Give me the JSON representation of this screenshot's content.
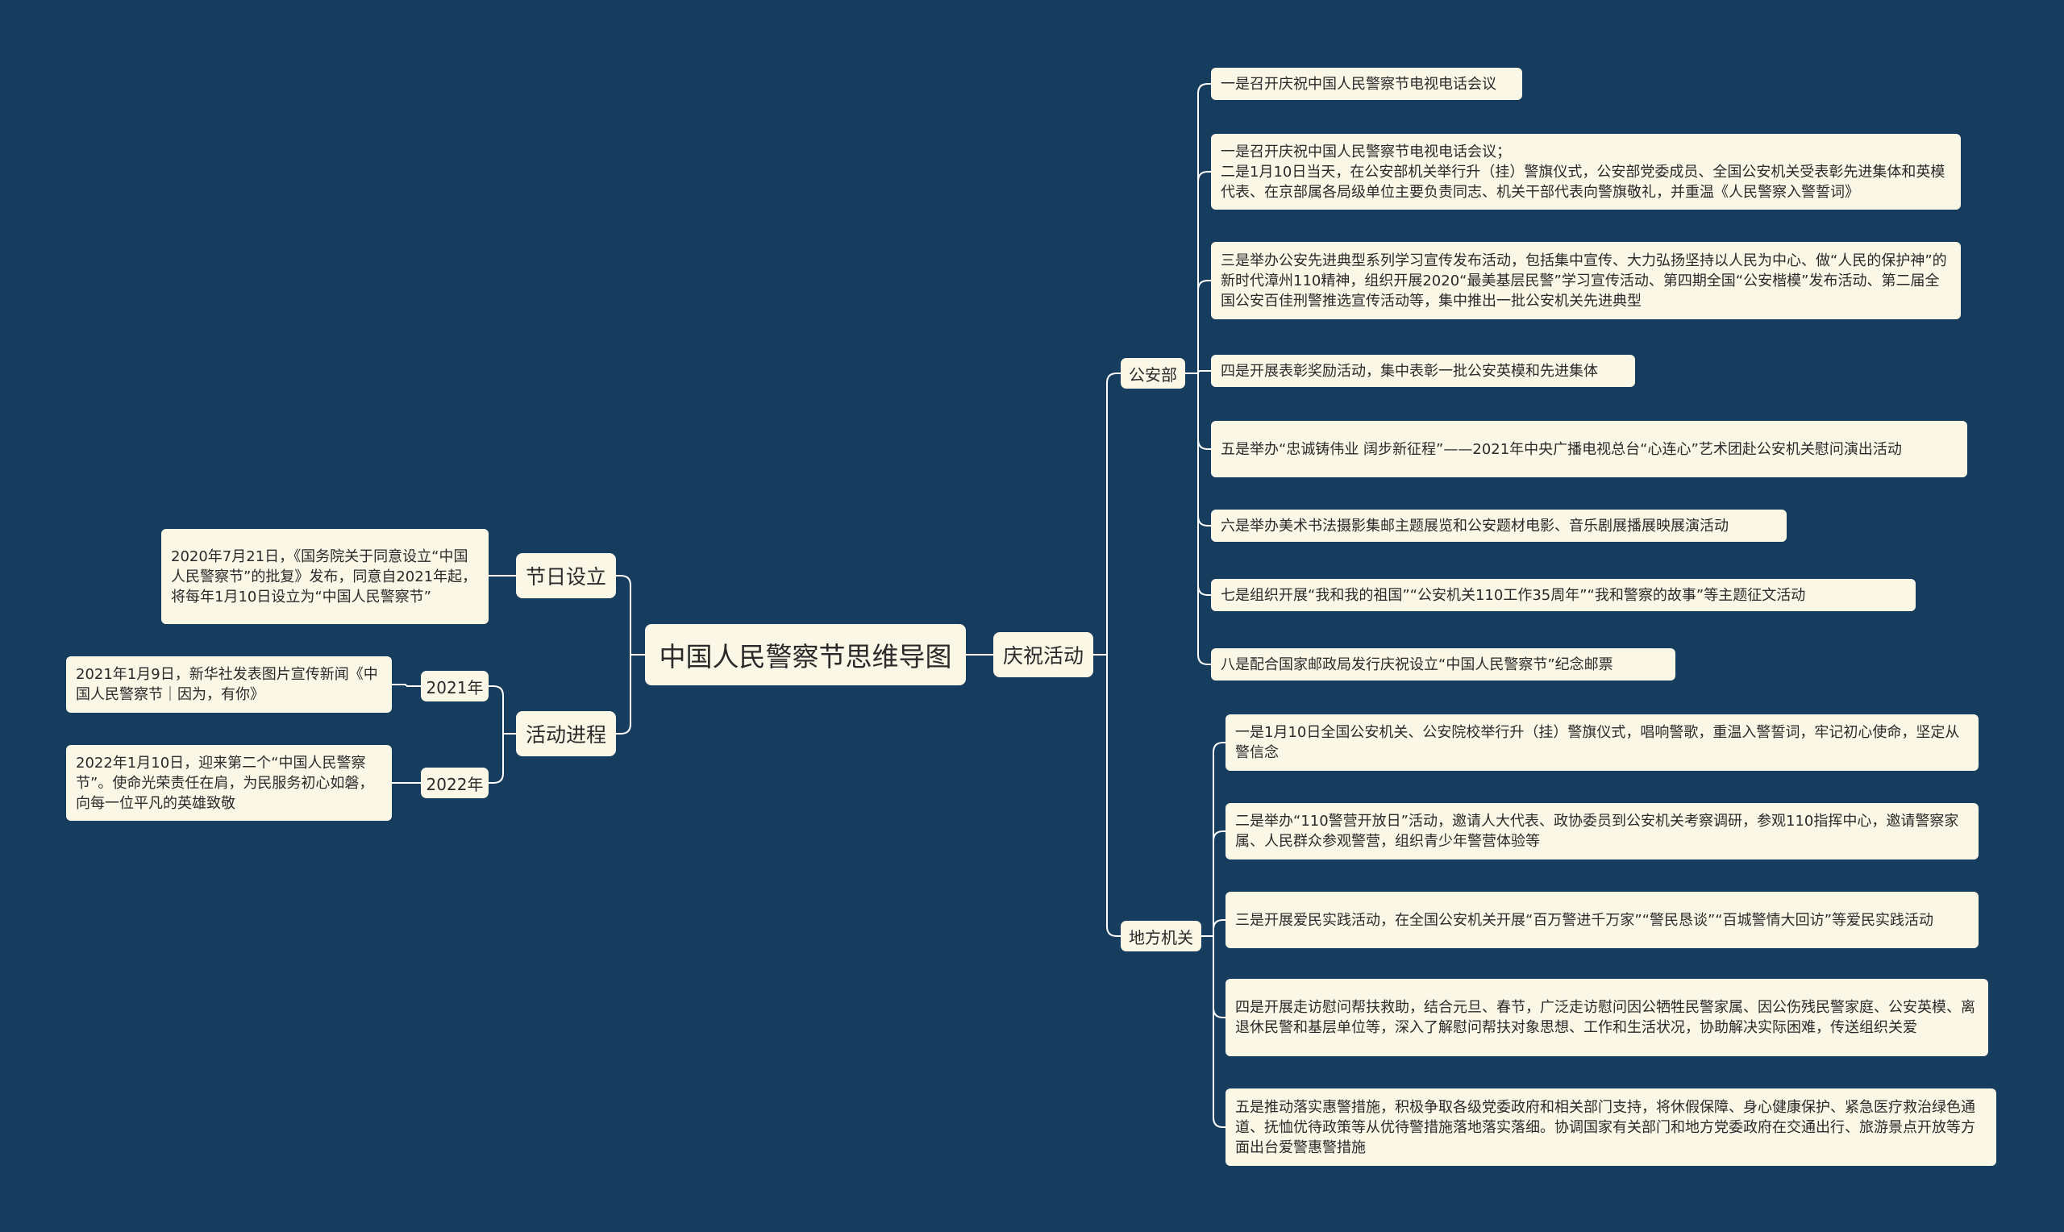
{
  "root": {
    "label": "中国人民警察节思维导图"
  },
  "left": [
    {
      "label": "节日设立",
      "notes": [
        "2020年7月21日，《国务院关于同意设立“中国人民警察节”的批复》发布，同意自2021年起，将每年1月10日设立为“中国人民警察节”"
      ]
    },
    {
      "label": "活动进程",
      "children": [
        {
          "label": "2021年",
          "notes": [
            "2021年1月9日，新华社发表图片宣传新闻《中国人民警察节｜因为，有你》"
          ]
        },
        {
          "label": "2022年",
          "notes": [
            "2022年1月10日，迎来第二个“中国人民警察节”。使命光荣责任在肩，为民服务初心如磐，向每一位平凡的英雄致敬"
          ]
        }
      ]
    }
  ],
  "right": [
    {
      "label": "庆祝活动",
      "children": [
        {
          "label": "公安部",
          "notes": [
            "一是召开庆祝中国人民警察节电视电话会议",
            "一是召开庆祝中国人民警察节电视电话会议；\n二是1月10日当天，在公安部机关举行升（挂）警旗仪式，公安部党委成员、全国公安机关受表彰先进集体和英模代表、在京部属各局级单位主要负责同志、机关干部代表向警旗敬礼，并重温《人民警察入警誓词》",
            "三是举办公安先进典型系列学习宣传发布活动，包括集中宣传、大力弘扬坚持以人民为中心、做“人民的保护神”的新时代漳州110精神，组织开展2020“最美基层民警”学习宣传活动、第四期全国“公安楷模”发布活动、第二届全国公安百佳刑警推选宣传活动等，集中推出一批公安机关先进典型",
            "四是开展表彰奖励活动，集中表彰一批公安英模和先进集体",
            "五是举办“忠诚铸伟业 阔步新征程”——2021年中央广播电视总台“心连心”艺术团赴公安机关慰问演出活动",
            "六是举办美术书法摄影集邮主题展览和公安题材电影、音乐剧展播展映展演活动",
            "七是组织开展“我和我的祖国”“公安机关110工作35周年”“我和警察的故事”等主题征文活动",
            "八是配合国家邮政局发行庆祝设立“中国人民警察节”纪念邮票"
          ]
        },
        {
          "label": "地方机关",
          "notes": [
            "一是1月10日全国公安机关、公安院校举行升（挂）警旗仪式，唱响警歌，重温入警誓词，牢记初心使命，坚定从警信念",
            "二是举办“110警营开放日”活动，邀请人大代表、政协委员到公安机关考察调研，参观110指挥中心，邀请警察家属、人民群众参观警营，组织青少年警营体验等",
            "三是开展爱民实践活动，在全国公安机关开展“百万警进千万家”“警民恳谈”“百城警情大回访”等爱民实践活动",
            "四是开展走访慰问帮扶救助，结合元旦、春节，广泛走访慰问因公牺牲民警家属、因公伤残民警家庭、公安英模、离退休民警和基层单位等，深入了解慰问帮扶对象思想、工作和生活状况，协助解决实际困难，传送组织关爱",
            "五是推动落实惠警措施，积极争取各级党委政府和相关部门支持，将休假保障、身心健康保护、紧急医疗救治绿色通道、抚恤优待政策等从优待警措施落地落实落细。协调国家有关部门和地方党委政府在交通出行、旅游景点开放等方面出台爱警惠警措施"
          ]
        }
      ]
    }
  ],
  "colors": {
    "background": "#173d5e",
    "node": "#fbf7e6",
    "link": "#ffffff",
    "text": "#2a2a2a"
  }
}
